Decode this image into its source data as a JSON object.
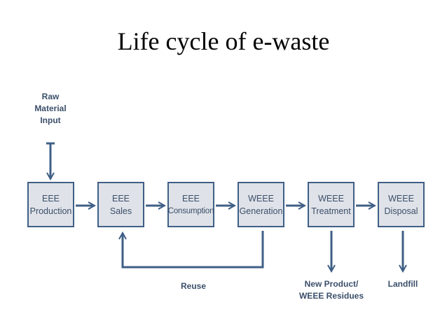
{
  "title": "Life cycle of e-waste",
  "input_label": [
    "Raw",
    "Material",
    "Input"
  ],
  "boxes": [
    {
      "line1": "EEE",
      "line2": "Production"
    },
    {
      "line1": "EEE",
      "line2": "Sales"
    },
    {
      "line1": "EEE",
      "line2": "Consumption"
    },
    {
      "line1": "WEEE",
      "line2": "Generation"
    },
    {
      "line1": "WEEE",
      "line2": "Treatment"
    },
    {
      "line1": "WEEE",
      "line2": "Disposal"
    }
  ],
  "reuse_label": "Reuse",
  "treatment_output_label": [
    "New Product/",
    "WEEE Residues"
  ],
  "disposal_output_label": "Landfill",
  "colors": {
    "box_fill": "#dfe2e8",
    "box_border": "#3f5f86",
    "arrow": "#3f5f86",
    "text": "#3b4f6a"
  }
}
